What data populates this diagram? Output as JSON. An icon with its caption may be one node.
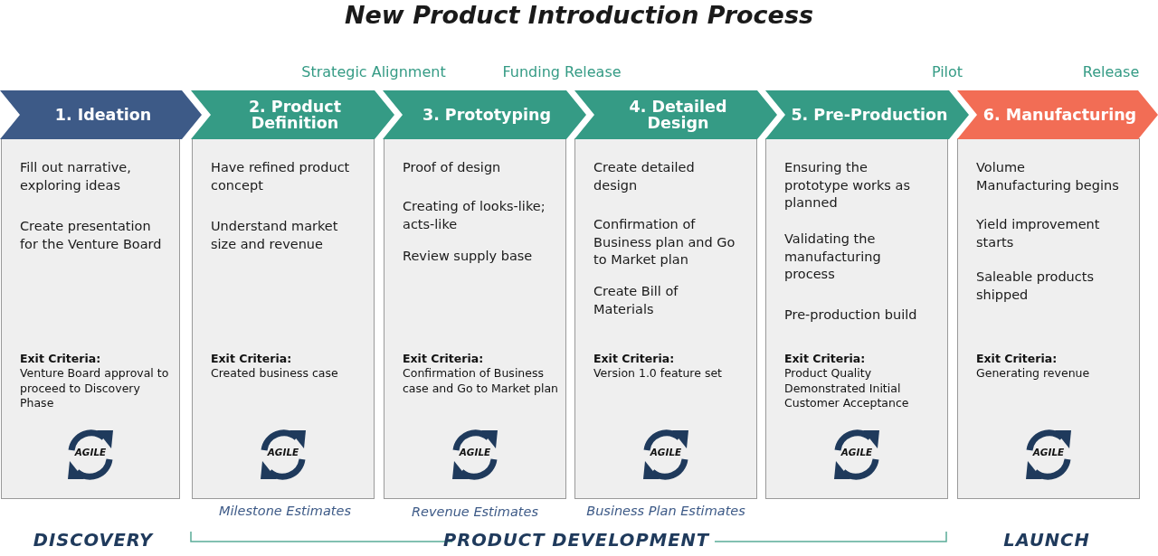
{
  "diagram": {
    "title": "New Product Introduction  Process",
    "nodes": [
      {
        "text": [
          "1. Ideation",
          "Fill out narrative, exploring ideas",
          "Create presentation for the Venture Board",
          "Exit Criteria:",
          "Venture Board approval to proceed to Discovery Phase"
        ]
      },
      {
        "text": [
          "2. Product Definition",
          "Have refined product concept",
          "Understand market size and revenue",
          "Exit Criteria:",
          "Created business case"
        ]
      },
      {
        "text": [
          "3.  Prototyping",
          "Proof of design",
          "Creating of looks-like; acts-like",
          "Review supply base",
          "Exit Criteria:",
          "Confirmation of Business case and Go to Market plan"
        ]
      },
      {
        "text": [
          "4.  Detailed Design",
          "Create detailed design",
          "Confirmation of Business plan and Go to Market plan",
          "Create Bill of Materials",
          "Exit Criteria:",
          "Version 1.0 feature set"
        ]
      },
      {
        "text": [
          "5. Pre-Production",
          "Ensuring the prototype works as planned",
          "Validating the manufacturing process",
          "Pre-production build",
          "Exit Criteria:",
          "Product Quality Demonstrated Initial Customer Acceptance"
        ]
      },
      {
        "text": [
          "6.  Manufacturing",
          "Volume Manufacturing begins",
          "Yield improvement starts",
          "Saleable products shipped",
          "Exit Criteria:",
          "Generating revenue"
        ]
      },
      {
        "text": [
          "AGILE"
        ],
        "in": 0
      },
      {
        "text": [
          "AGILE"
        ],
        "in": 1
      },
      {
        "text": [
          "AGILE"
        ],
        "in": 2
      },
      {
        "text": [
          "AGILE"
        ],
        "in": 3
      },
      {
        "text": [
          "AGILE"
        ],
        "in": 4
      },
      {
        "text": [
          "AGILE"
        ],
        "in": 5
      }
    ],
    "labels": [
      "Strategic Alignment",
      "Funding Release",
      "Pilot",
      "Release",
      "Milestone Estimates",
      "Revenue Estimates",
      "Business Plan Estimates",
      "DISCOVERY",
      "PRODUCT DEVELOPMENT",
      "LAUNCH"
    ]
  }
}
